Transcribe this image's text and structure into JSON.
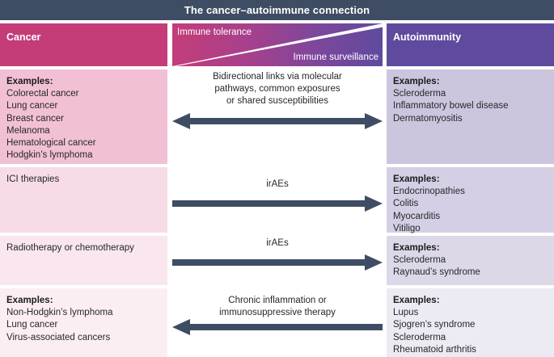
{
  "title": "The cancer–autoimmune connection",
  "colors": {
    "title_bar": "#3e4d63",
    "cancer_header": "#c43d79",
    "autoimmunity_header": "#5f4a9e",
    "arrow": "#3e4d63",
    "gradient_start": "#c43d79",
    "gradient_end": "#5f4a9e",
    "left_row_tints": [
      "#f2c0d4",
      "#f7dce7",
      "#f9e6ee",
      "#fbeef2"
    ],
    "right_row_tints": [
      "#ccc5de",
      "#d4cfe4",
      "#dcd8e8",
      "#eceaf2"
    ]
  },
  "headers": {
    "cancer": "Cancer",
    "autoimmunity": "Autoimmunity",
    "gradient_top_label": "Immune tolerance",
    "gradient_bottom_label": "Immune surveillance"
  },
  "rows": [
    {
      "left": {
        "lead": "Examples:",
        "items": [
          "Colorectal cancer",
          "Lung cancer",
          "Breast cancer",
          "Melanoma",
          "Hematological cancer",
          "Hodgkin’s lymphoma"
        ]
      },
      "middle": {
        "caption": "Bidirectional links via molecular\npathways, common exposures\nor shared susceptibilities",
        "caption_l1": "Bidirectional links via molecular",
        "caption_l2": "pathways, common exposures",
        "caption_l3": "or shared susceptibilities",
        "arrow_direction": "bidirectional"
      },
      "right": {
        "lead": "Examples:",
        "items": [
          "Scleroderma",
          "Inflammatory bowel disease",
          "Dermatomyositis"
        ]
      }
    },
    {
      "left": {
        "lead": "",
        "items": [
          "ICI therapies"
        ]
      },
      "middle": {
        "caption_l1": "irAEs",
        "arrow_direction": "right"
      },
      "right": {
        "lead": "Examples:",
        "items": [
          "Endocrinopathies",
          "Colitis",
          "Myocarditis",
          "Vitiligo"
        ]
      }
    },
    {
      "left": {
        "lead": "",
        "items": [
          "Radiotherapy or chemotherapy"
        ]
      },
      "middle": {
        "caption_l1": "irAEs",
        "arrow_direction": "right"
      },
      "right": {
        "lead": "Examples:",
        "items": [
          "Scleroderma",
          "Raynaud’s syndrome"
        ]
      }
    },
    {
      "left": {
        "lead": "Examples:",
        "items": [
          "Non-Hodgkin’s lymphoma",
          "Lung cancer",
          "Virus-associated cancers"
        ]
      },
      "middle": {
        "caption_l1": "Chronic inflammation or",
        "caption_l2": "immunosuppressive therapy",
        "arrow_direction": "left"
      },
      "right": {
        "lead": "Examples:",
        "items": [
          "Lupus",
          "Sjogren’s syndrome",
          "Scleroderma",
          "Rheumatoid arthritis"
        ]
      }
    }
  ]
}
